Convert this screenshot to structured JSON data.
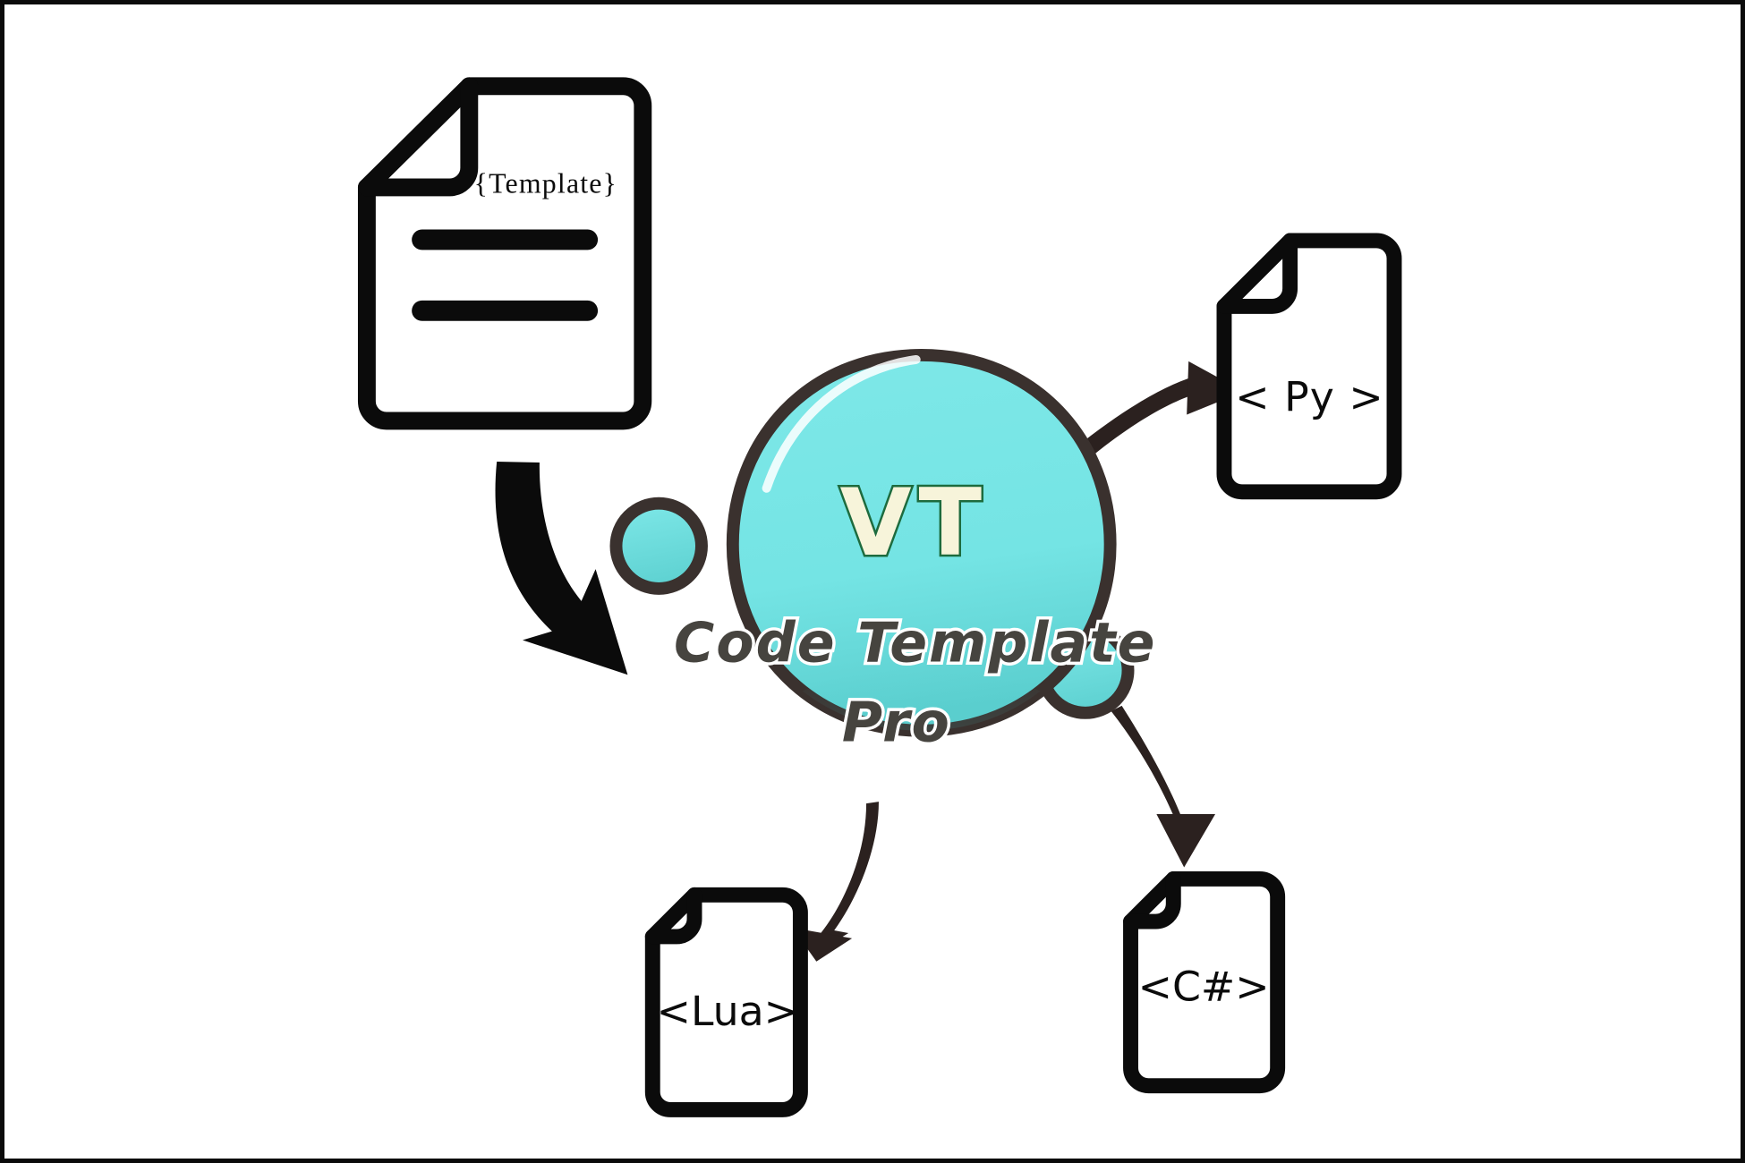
{
  "diagram": {
    "title": "VT Code Template Pro code generation flow",
    "background_color": "#ffffff",
    "border_color": "#0b0b0b",
    "ink_color": "#0b0b0b",
    "arrow_color": "#2b211f"
  },
  "source_node": {
    "kind": "document",
    "icon": "document-folded-corner-icon",
    "label": "{Template}",
    "body_lines": 2,
    "stroke_color": "#0b0b0b",
    "fill_color": "#ffffff"
  },
  "logo": {
    "name": "vt-code-template-pro-logo",
    "shape": "blob-circle-with-two-bumps",
    "fill_color": "#74e4e4",
    "fill_color_shadow": "#5ccfcf",
    "outline_color": "#3a312e",
    "brand_initials": "VT",
    "brand_initials_fill": "#f7f4da",
    "brand_initials_outline": "#1d6b3e",
    "line1": "Code Template",
    "line2": "Pro",
    "wordmark_fill": "#46443f",
    "wordmark_outline": "#ffffff"
  },
  "arrows": [
    {
      "name": "arrow-template-to-logo",
      "style": "thick-solid-curved",
      "color": "#0b0b0b",
      "from": "source_node",
      "to": "logo"
    },
    {
      "name": "arrow-logo-to-py",
      "style": "thin-tapered-curved",
      "color": "#2b211f",
      "from": "logo",
      "to": "output-py"
    },
    {
      "name": "arrow-logo-to-lua",
      "style": "thin-tapered-curved",
      "color": "#2b211f",
      "from": "logo",
      "to": "output-lua"
    },
    {
      "name": "arrow-logo-to-csharp",
      "style": "thin-tapered-curved",
      "color": "#2b211f",
      "from": "logo",
      "to": "output-csharp"
    }
  ],
  "outputs": [
    {
      "id": "py",
      "name": "output-file-py",
      "icon": "document-folded-corner-icon",
      "label": "< Py >",
      "stroke_color": "#0b0b0b",
      "fill_color": "#ffffff"
    },
    {
      "id": "lua",
      "name": "output-file-lua",
      "icon": "document-folded-corner-icon",
      "label": "<Lua>",
      "stroke_color": "#0b0b0b",
      "fill_color": "#ffffff"
    },
    {
      "id": "csharp",
      "name": "output-file-csharp",
      "icon": "document-folded-corner-icon",
      "label": "<C#>",
      "stroke_color": "#0b0b0b",
      "fill_color": "#ffffff"
    }
  ]
}
